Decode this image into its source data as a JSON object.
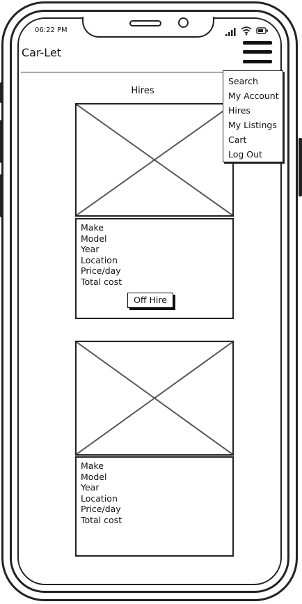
{
  "status_bar": {
    "time": "06:22 PM",
    "icons": [
      "signal-icon",
      "wifi-icon",
      "battery-icon"
    ]
  },
  "header": {
    "title": "Car-Let",
    "menu_icon": "hamburger-icon"
  },
  "page": {
    "title": "Hires"
  },
  "menu": {
    "items": [
      "Search",
      "My Account",
      "Hires",
      "My Listings",
      "Cart",
      "Log Out"
    ]
  },
  "hires": [
    {
      "image": "image-placeholder",
      "fields": [
        "Make",
        "Model",
        "Year",
        "Location",
        "Price/day",
        "Total cost"
      ],
      "action_label": "Off Hire"
    },
    {
      "image": "image-placeholder",
      "fields": [
        "Make",
        "Model",
        "Year",
        "Location",
        "Price/day",
        "Total cost"
      ]
    }
  ],
  "colors": {
    "ink": "#222222",
    "background": "#ffffff"
  }
}
